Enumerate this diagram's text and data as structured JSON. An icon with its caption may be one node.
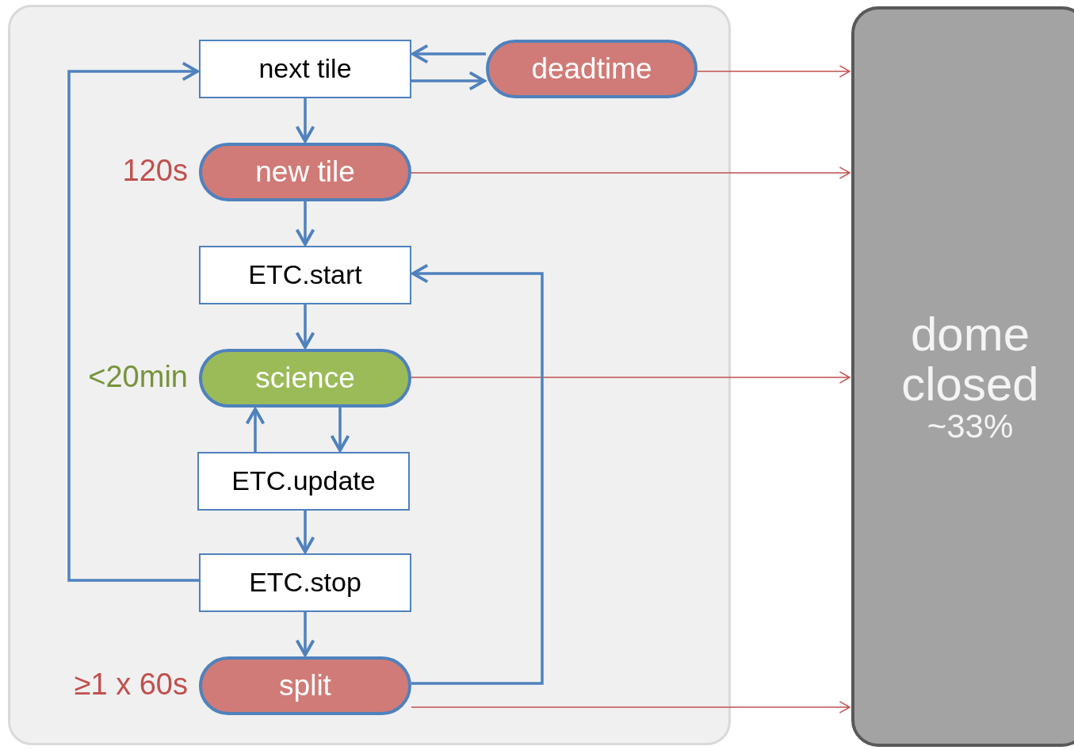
{
  "diagram": {
    "nodes": [
      {
        "text": [],
        "shape": "box"
      },
      {
        "text": [
          "next tile"
        ],
        "in": 0
      },
      {
        "text": [
          "deadtime"
        ],
        "in": 0
      },
      {
        "text": [
          "new tile"
        ],
        "in": 0,
        "beside": [
          "120s"
        ]
      },
      {
        "text": [
          "ETC.start"
        ],
        "in": 0
      },
      {
        "text": [
          "science"
        ],
        "in": 0,
        "beside": [
          "<20min"
        ]
      },
      {
        "text": [
          "ETC.update"
        ],
        "in": 0
      },
      {
        "text": [
          "ETC.stop"
        ],
        "in": 0
      },
      {
        "text": [
          "split"
        ],
        "in": 0,
        "beside": [
          "≥1 x 60s"
        ]
      },
      {
        "text": [
          "dome closed",
          "~33%"
        ]
      }
    ],
    "edges": [
      {
        "from": 1,
        "to": 2,
        "arrow": "to"
      },
      {
        "from": 2,
        "to": 1,
        "arrow": "to"
      },
      {
        "from": 2,
        "to": 9,
        "arrow": "to",
        "color": "#c0504d"
      },
      {
        "from": 1,
        "to": 3,
        "arrow": "to"
      },
      {
        "from": 3,
        "to": 9,
        "arrow": "to",
        "color": "#c0504d"
      },
      {
        "from": 3,
        "to": 4,
        "arrow": "to"
      },
      {
        "from": 4,
        "to": 5,
        "arrow": "to"
      },
      {
        "from": 5,
        "to": 9,
        "arrow": "to",
        "color": "#c0504d"
      },
      {
        "from": 6,
        "to": 5,
        "arrow": "to"
      },
      {
        "from": 5,
        "to": 6,
        "arrow": "to"
      },
      {
        "from": 6,
        "to": 7,
        "arrow": "to"
      },
      {
        "from": 7,
        "to": 1,
        "arrow": "to"
      },
      {
        "from": 7,
        "to": 8,
        "arrow": "to"
      },
      {
        "from": 8,
        "to": 4,
        "arrow": "to"
      },
      {
        "from": 8,
        "to": 9,
        "arrow": "to",
        "color": "#c0504d"
      }
    ]
  }
}
